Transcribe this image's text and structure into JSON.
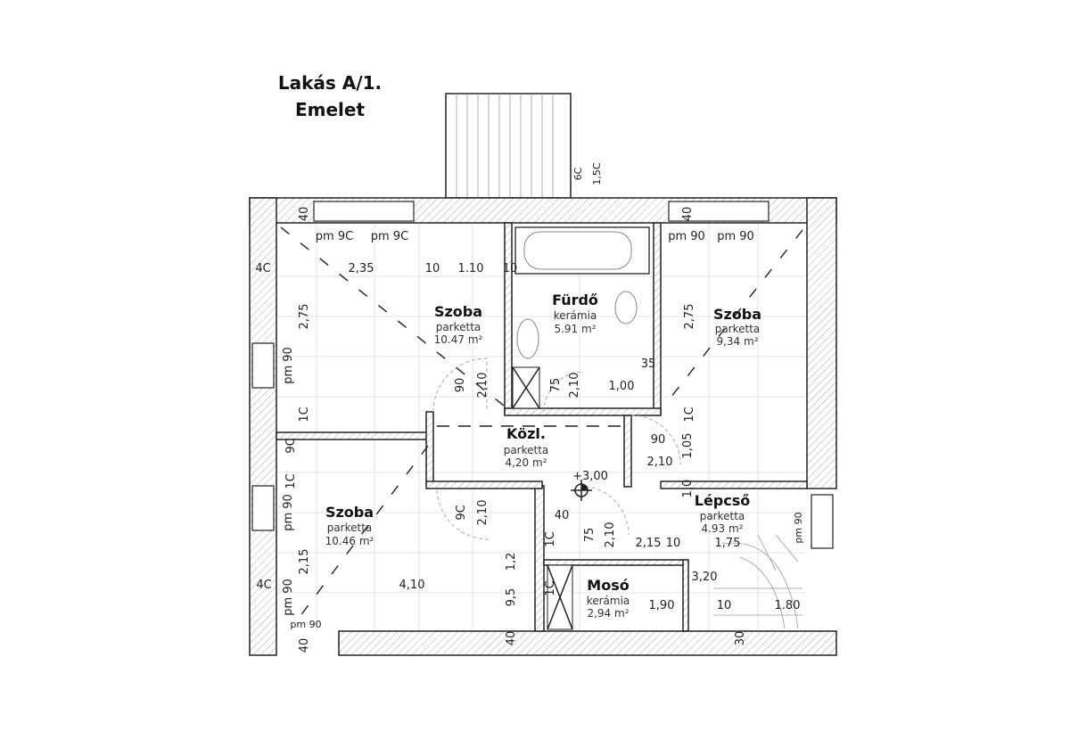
{
  "title": {
    "line1": "Lakás A/1.",
    "line2": "Emelet"
  },
  "rooms": [
    {
      "name": "Szoba",
      "floor": "parketta",
      "area": "10.47 m²"
    },
    {
      "name": "Fürdő",
      "floor": "kerámia",
      "area": "5.91 m²"
    },
    {
      "name": "Szoba",
      "floor": "parketta",
      "area": "9,34 m²"
    },
    {
      "name": "Közl.",
      "floor": "parketta",
      "area": "4,20 m²"
    },
    {
      "name": "Szoba",
      "floor": "parketta",
      "area": "10.46 m²"
    },
    {
      "name": "Lépcső",
      "floor": "parketta",
      "area": "4.93 m²"
    },
    {
      "name": "Mosó",
      "floor": "kerámia",
      "area": "2,94 m²"
    }
  ],
  "dims": [
    "pm 9C",
    "pm 9C",
    "2,35",
    "10",
    "1.10",
    "10",
    "40",
    "4C",
    "2,75",
    "pm 90",
    "1C",
    "pm 90",
    "pm 90",
    "40",
    "2,75",
    "35",
    "1,00",
    "90",
    "2,10",
    "75",
    "2,10",
    "1C",
    "90",
    "2,10",
    "1,05",
    "+3,00",
    "9C",
    "1C",
    "pm 90",
    "2,15",
    "4C",
    "pm 90",
    "pm 90",
    "40",
    "4,10",
    "9C",
    "2,10",
    "1,2",
    "9,5",
    "40",
    "40",
    "75",
    "2,10",
    "1C",
    "2,15",
    "10",
    "1,75",
    "3,20",
    "1,90",
    "10",
    "1.80",
    "30",
    "6C",
    "1,5C",
    "1C",
    "pm 90",
    "1,0"
  ]
}
